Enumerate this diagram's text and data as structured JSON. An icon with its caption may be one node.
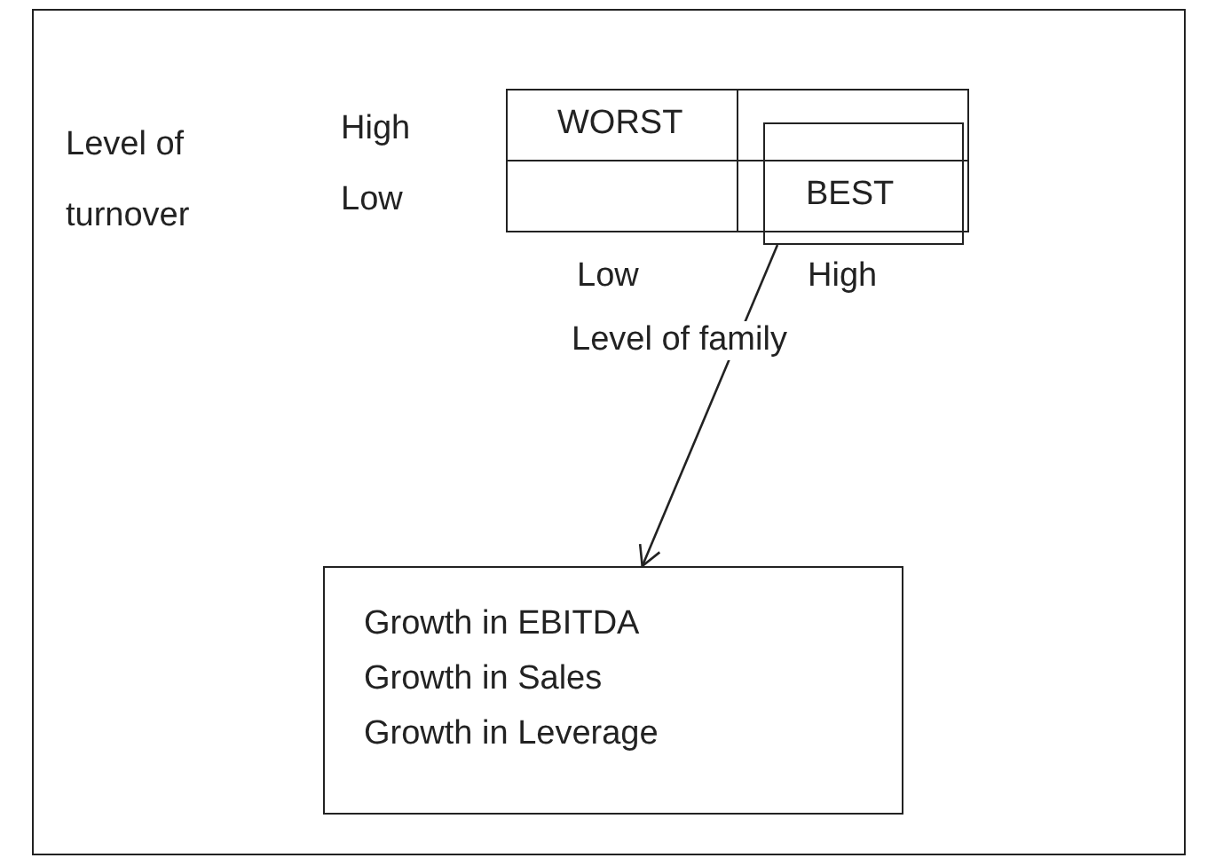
{
  "diagram": {
    "nodes": [
      {
        "text": [
          "WORST"
        ]
      },
      {
        "text": [],
        "shape": "box"
      },
      {
        "text": [],
        "shape": "box"
      },
      {
        "text": [
          "BEST"
        ]
      },
      {
        "text": [],
        "shape": "box"
      },
      {
        "text": [
          "Growth in EBITDA",
          "Growth in Sales",
          "Growth in Leverage"
        ]
      }
    ],
    "edges": [
      {
        "from": 4,
        "to": 5,
        "arrow": "to"
      }
    ],
    "labels": [
      "Level of turnover",
      "High",
      "Low",
      "Low",
      "High",
      "Level of family"
    ]
  }
}
